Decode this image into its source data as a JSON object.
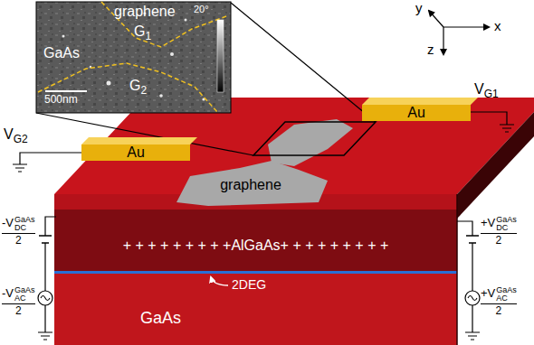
{
  "diagram": {
    "nodes": [
      {
        "text": [
          "Au"
        ]
      },
      {
        "text": [
          "Au"
        ]
      },
      {
        "text": [
          "graphene"
        ]
      },
      {
        "text": [
          "+ + + + + + + + +AlGaAs+ + + + + + + + +"
        ]
      },
      {
        "text": [
          "GaAs"
        ]
      }
    ],
    "labels": [
      "graphene",
      "G",
      "1",
      "GaAs",
      "G",
      "2",
      "20°",
      "500nm",
      "y",
      "x",
      "z",
      "V",
      "G1",
      "V",
      "G2",
      "2DEG",
      "-V",
      "GaAs",
      "DC",
      "2",
      "-V",
      "GaAs",
      "AC",
      "2",
      "+V",
      "GaAs",
      "DC",
      "2",
      "+V",
      "GaAs",
      "AC",
      "2"
    ]
  }
}
